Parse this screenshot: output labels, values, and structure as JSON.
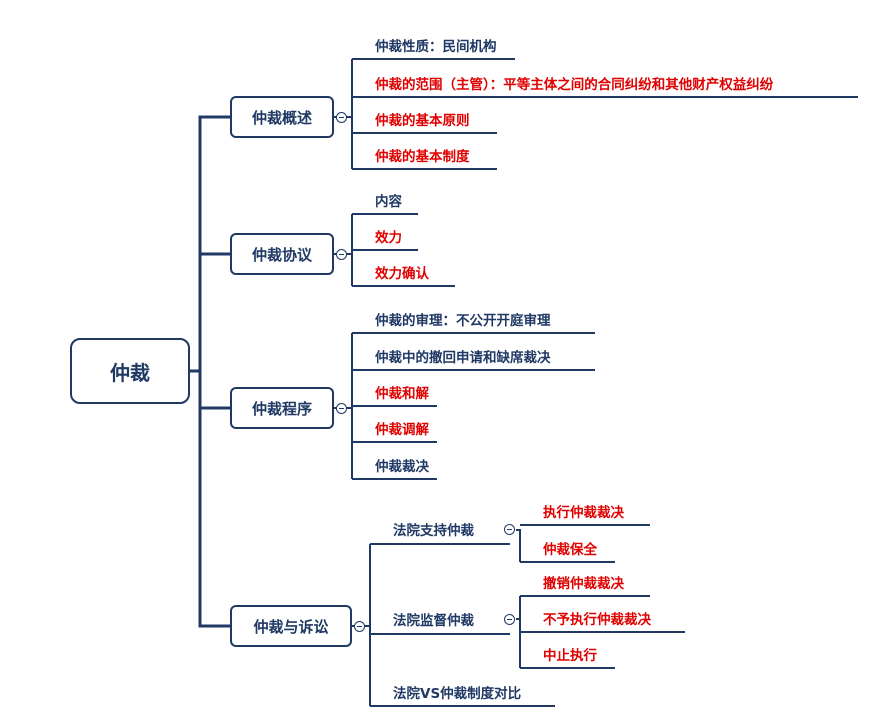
{
  "root": {
    "label": "仲裁"
  },
  "branches": [
    {
      "label": "仲裁概述",
      "children": [
        {
          "label": "仲裁性质：民间机构",
          "red": false
        },
        {
          "label": "仲裁的范围（主管）：平等主体之间的合同纠纷和其他财产权益纠纷",
          "red": true
        },
        {
          "label": "仲裁的基本原则",
          "red": true
        },
        {
          "label": "仲裁的基本制度",
          "red": true
        }
      ]
    },
    {
      "label": "仲裁协议",
      "children": [
        {
          "label": "内容",
          "red": false
        },
        {
          "label": "效力",
          "red": true
        },
        {
          "label": "效力确认",
          "red": true
        }
      ]
    },
    {
      "label": "仲裁程序",
      "children": [
        {
          "label": "仲裁的审理：不公开开庭审理",
          "red": false
        },
        {
          "label": "仲裁中的撤回申请和缺席裁决",
          "red": false
        },
        {
          "label": "仲裁和解",
          "red": true
        },
        {
          "label": "仲裁调解",
          "red": true
        },
        {
          "label": "仲裁裁决",
          "red": false
        }
      ]
    },
    {
      "label": "仲裁与诉讼",
      "children": [
        {
          "label": "法院支持仲裁",
          "children": [
            {
              "label": "执行仲裁裁决",
              "red": true
            },
            {
              "label": "仲裁保全",
              "red": true
            }
          ]
        },
        {
          "label": "法院监督仲裁",
          "children": [
            {
              "label": "撤销仲裁裁决",
              "red": true
            },
            {
              "label": "不予执行仲裁裁决",
              "red": true
            },
            {
              "label": "中止执行",
              "red": true
            }
          ]
        },
        {
          "label": "法院VS仲裁制度对比"
        }
      ]
    }
  ],
  "colors": {
    "line": "#1f3864",
    "text": "#1f3864",
    "highlight": "#e00000"
  }
}
